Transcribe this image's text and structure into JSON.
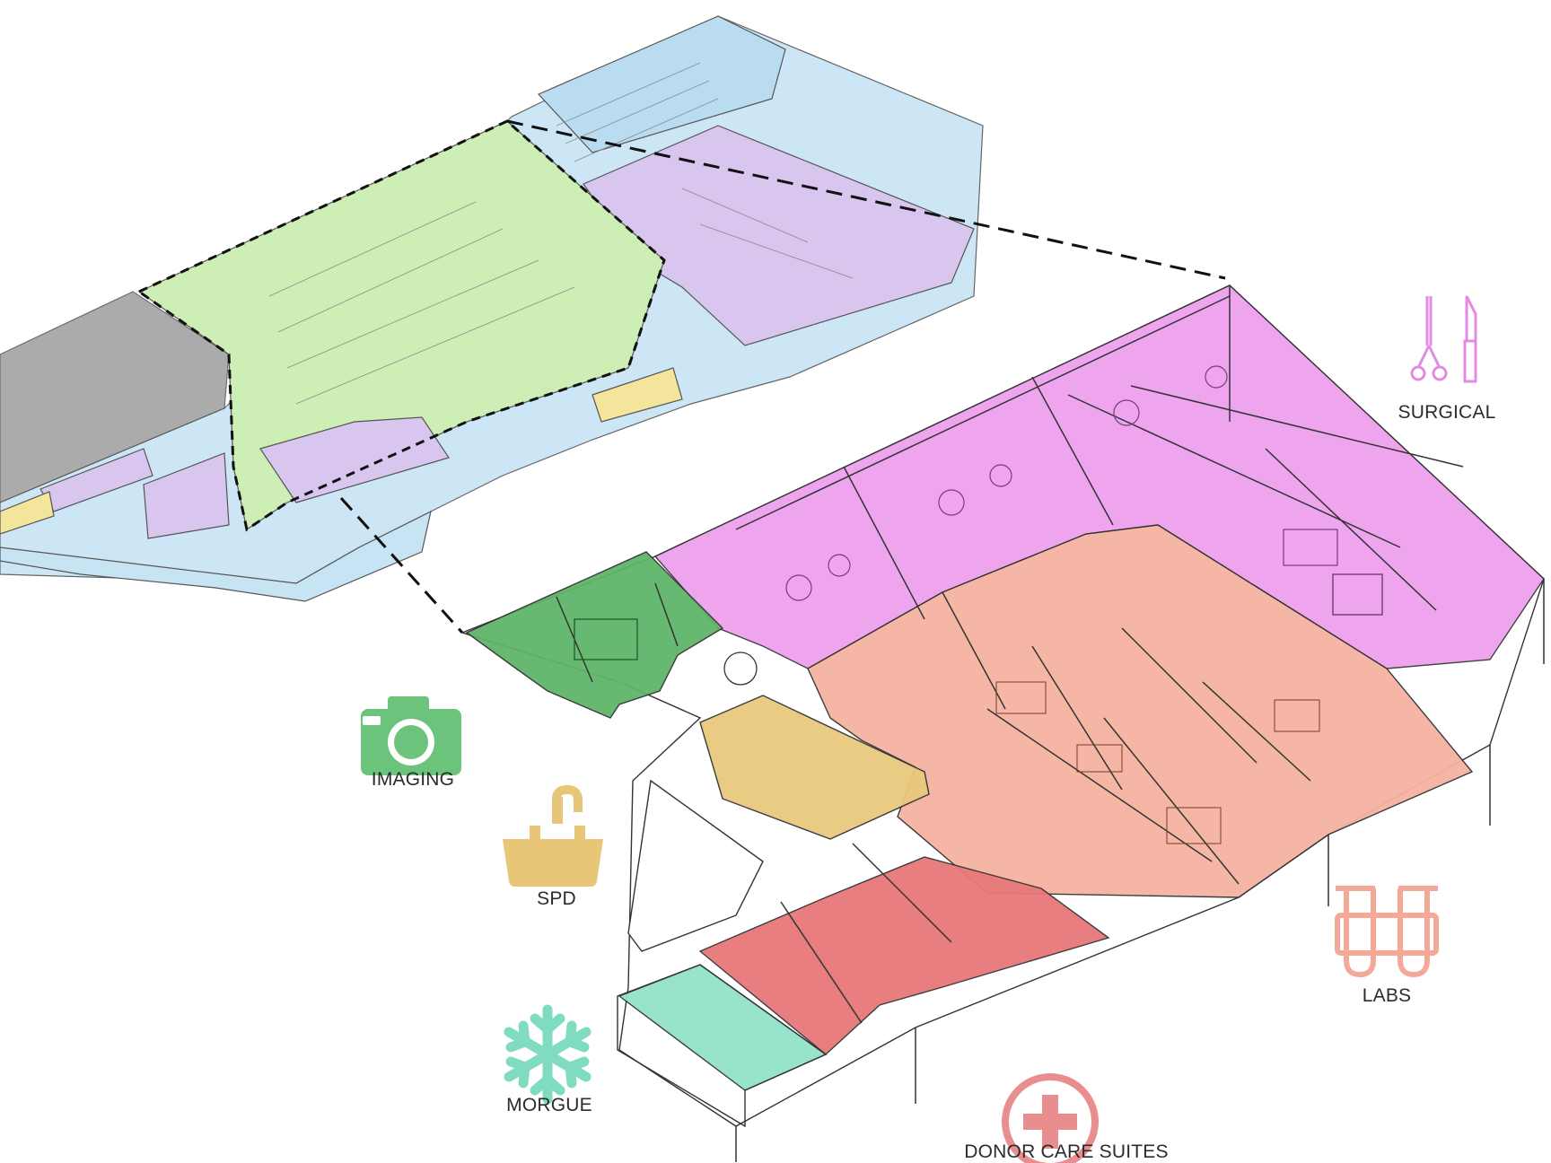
{
  "zones": [
    {
      "key": "imaging",
      "label": "IMAGING",
      "color": "#6cc47c",
      "icon": "camera-icon"
    },
    {
      "key": "spd",
      "label": "SPD",
      "color": "#e8c678",
      "icon": "sink-faucet-icon"
    },
    {
      "key": "morgue",
      "label": "MORGUE",
      "color": "#7fdcc0",
      "icon": "snowflake-icon"
    },
    {
      "key": "donor",
      "label": "DONOR CARE SUITES",
      "color": "#e88e8e",
      "icon": "medical-cross-icon"
    },
    {
      "key": "labs",
      "label": "LABS",
      "color": "#f3a898",
      "icon": "test-tubes-icon"
    },
    {
      "key": "surgical",
      "label": "SURGICAL",
      "color": "#e69ae6",
      "icon": "surgical-instruments-icon"
    }
  ],
  "palette": {
    "upper_green": "#c9eeb3",
    "upper_blue": "#c4e3f3",
    "upper_purple": "#d9c7ef",
    "upper_grey": "#9a9a9a",
    "upper_yellow": "#f3e69c",
    "surgical_fill": "#ee9ded",
    "labs_fill": "#f5b3a2",
    "imaging_fill": "#5fb56a",
    "spd_fill": "#e8c97d",
    "donor_fill": "#e8787a",
    "morgue_fill": "#92e3c8",
    "line": "#333333"
  }
}
